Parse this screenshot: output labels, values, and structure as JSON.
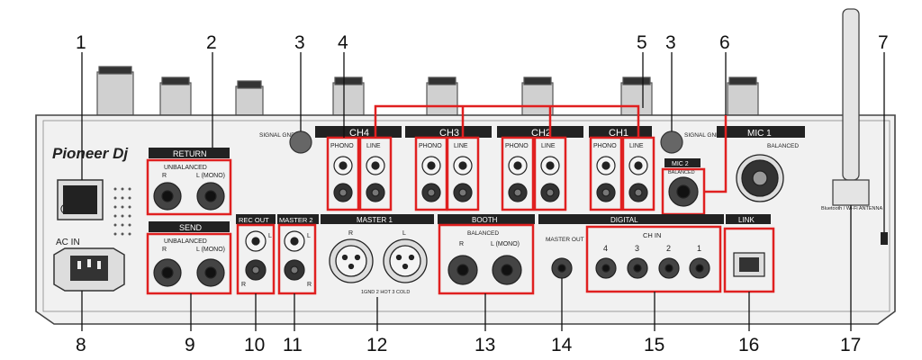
{
  "brand": "Pioneer Dj",
  "callouts": [
    "1",
    "2",
    "3",
    "4",
    "5",
    "3",
    "6",
    "7",
    "8",
    "9",
    "10",
    "11",
    "12",
    "13",
    "14",
    "15",
    "16",
    "17"
  ],
  "panel_labels": {
    "return": "RETURN",
    "return_sub": "UNBALANCED",
    "return_r": "R",
    "return_l": "L (MONO)",
    "send": "SEND",
    "send_sub": "UNBALANCED",
    "send_r": "R",
    "send_l": "L (MONO)",
    "ac_in": "AC IN",
    "signal_gnd": "SIGNAL GND",
    "ch4": "CH4",
    "ch3": "CH3",
    "ch2": "CH2",
    "ch1": "CH1",
    "phono": "PHONO",
    "line": "LINE",
    "mic1": "MIC 1",
    "mic1_balanced": "BALANCED",
    "mic2": "MIC 2",
    "mic2_balanced": "BALANCED",
    "rec_out": "REC OUT",
    "master2": "MASTER 2",
    "master1": "MASTER 1",
    "booth": "BOOTH",
    "booth_balanced": "BALANCED",
    "booth_r": "R",
    "booth_l": "L (MONO)",
    "digital": "DIGITAL",
    "master_out": "MASTER OUT",
    "ch_in": "CH IN",
    "ch_in_nums": [
      "4",
      "3",
      "2",
      "1"
    ],
    "link": "LINK",
    "antenna": "Bluetooth / Wi-Fi ANTENNA",
    "xlr_note": "1GND 2 HOT 3 COLD",
    "l": "L",
    "r": "R"
  }
}
